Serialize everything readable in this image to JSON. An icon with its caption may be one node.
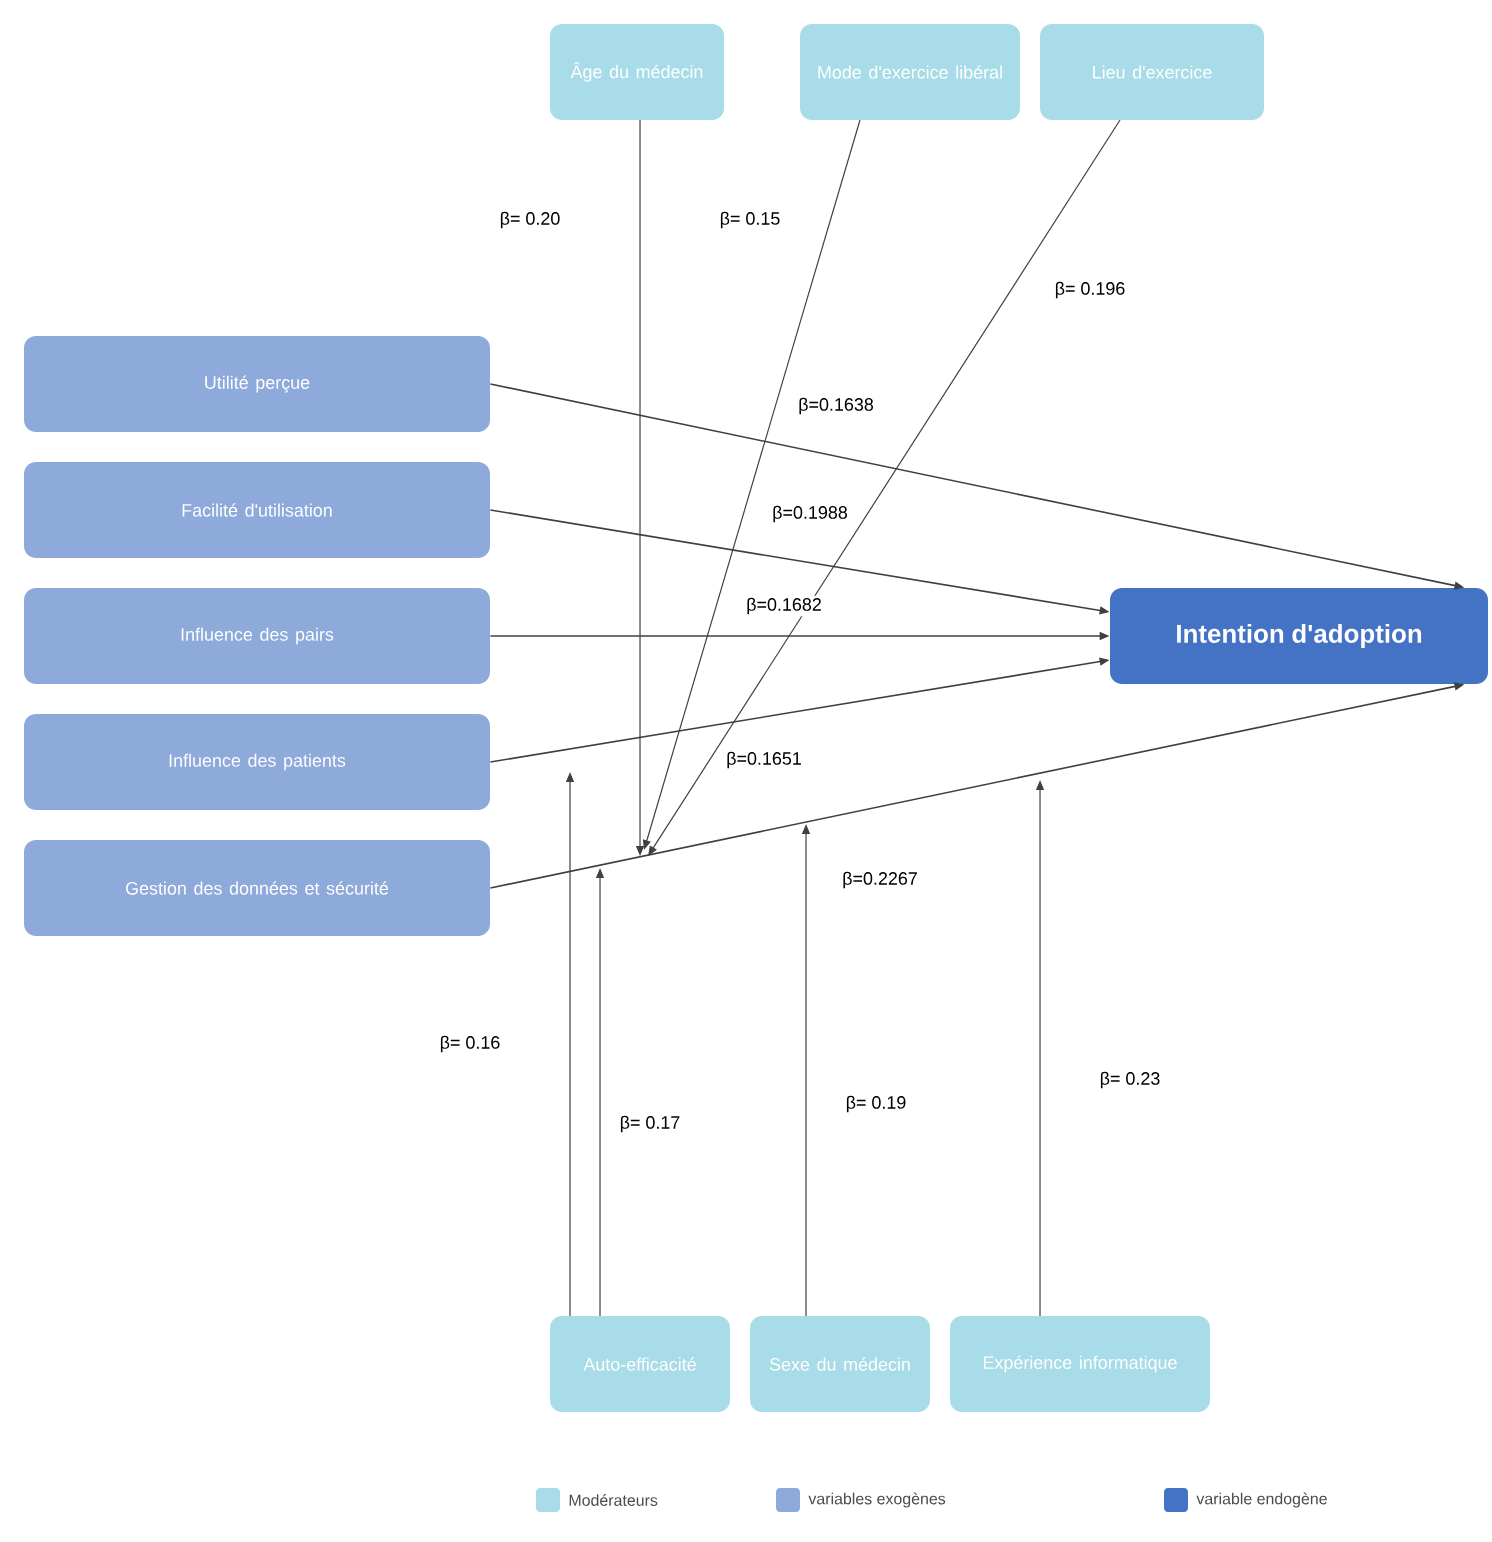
{
  "diagram": {
    "nodes": [
      {
        "text": [
          "Âge du médecin"
        ]
      },
      {
        "text": [
          "Mode d'exercice libéral"
        ]
      },
      {
        "text": [
          "Lieu d'exercice"
        ]
      },
      {
        "text": [
          "Utilité perçue"
        ]
      },
      {
        "text": [
          "Facilité d'utilisation"
        ]
      },
      {
        "text": [
          "Influence des pairs"
        ]
      },
      {
        "text": [
          "Influence des patients"
        ]
      },
      {
        "text": [
          "Gestion des données et sécurité"
        ]
      },
      {
        "text": [
          "Intention d'adoption"
        ]
      },
      {
        "text": [
          "Auto-efficacité"
        ]
      },
      {
        "text": [
          "Sexe du médecin"
        ]
      },
      {
        "text": [
          "Expérience informatique"
        ]
      }
    ],
    "edges": [
      {
        "from": 3,
        "to": 8,
        "arrow": "to",
        "label": "β=0.1638"
      },
      {
        "from": 4,
        "to": 8,
        "arrow": "to",
        "label": "β=0.1988"
      },
      {
        "from": 5,
        "to": 8,
        "arrow": "to",
        "label": "β=0.1682"
      },
      {
        "from": 6,
        "to": 8,
        "arrow": "to",
        "label": "β=0.1651"
      },
      {
        "from": 7,
        "to": 8,
        "arrow": "to",
        "label": "β=0.2267"
      },
      {
        "from": 0,
        "to": null,
        "arrow": "to",
        "label": "β= 0.20"
      },
      {
        "from": 1,
        "to": null,
        "arrow": "to",
        "label": "β= 0.15"
      },
      {
        "from": 2,
        "to": null,
        "arrow": "to",
        "label": "β= 0.196"
      },
      {
        "from": 9,
        "to": null,
        "arrow": "to",
        "label": "β= 0.16"
      },
      {
        "from": 9,
        "to": null,
        "arrow": "to",
        "label": "β= 0.17"
      },
      {
        "from": 10,
        "to": null,
        "arrow": "to",
        "label": "β= 0.19"
      },
      {
        "from": 11,
        "to": null,
        "arrow": "to",
        "label": "β= 0.23"
      }
    ],
    "legend": [
      {
        "text": "Modérateurs",
        "color": "#a8dce8"
      },
      {
        "text": "variables exogènes",
        "color": "#8eaadb"
      },
      {
        "text": "variable endogène",
        "color": "#4472c4"
      }
    ]
  }
}
